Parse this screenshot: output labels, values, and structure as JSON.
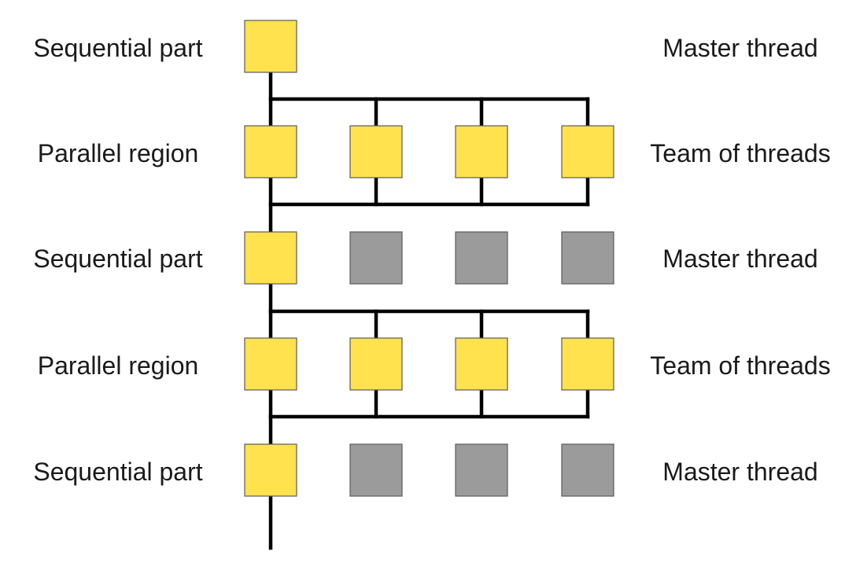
{
  "rows": [
    {
      "left_label": "Sequential part",
      "right_label": "Master thread",
      "kind": "sequential"
    },
    {
      "left_label": "Parallel region",
      "right_label": "Team of threads",
      "kind": "parallel"
    },
    {
      "left_label": "Sequential part",
      "right_label": "Master thread",
      "kind": "sequential"
    },
    {
      "left_label": "Parallel region",
      "right_label": "Team of threads",
      "kind": "parallel"
    },
    {
      "left_label": "Sequential part",
      "right_label": "Master thread",
      "kind": "sequential"
    }
  ],
  "threads_per_team": 4,
  "colors": {
    "active_thread": "#ffe24d",
    "idle_thread": "#9b9b9b",
    "line": "#000000",
    "text": "#1a1a1a"
  }
}
